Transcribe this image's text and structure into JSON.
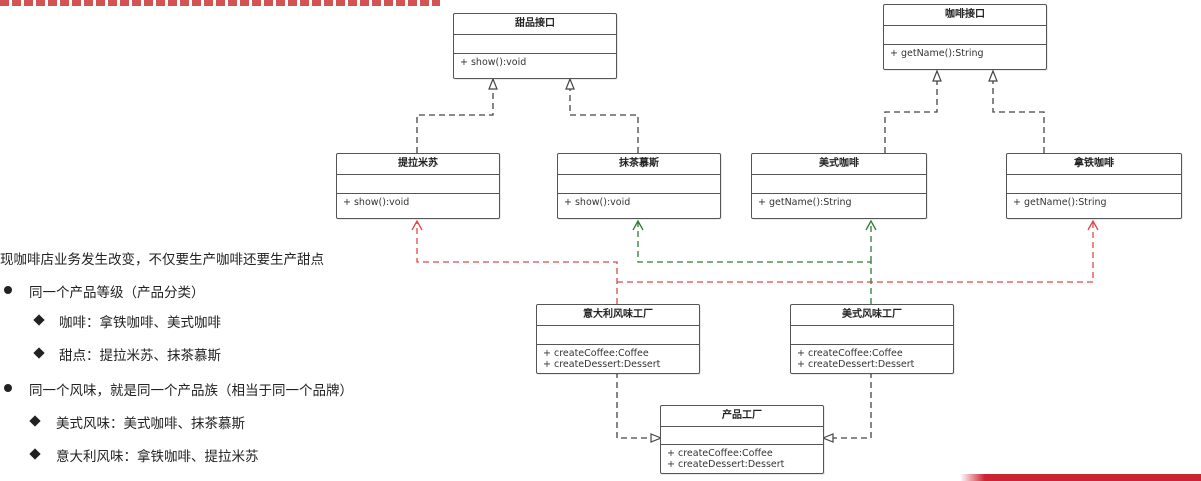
{
  "boxes": {
    "dessert_interface": {
      "title": "甜品接口",
      "methods": [
        "+ show():void"
      ]
    },
    "coffee_interface": {
      "title": "咖啡接口",
      "methods": [
        "+ getName():String"
      ]
    },
    "tiramisu": {
      "title": "提拉米苏",
      "methods": [
        "+ show():void"
      ]
    },
    "matcha_mousse": {
      "title": "抹茶慕斯",
      "methods": [
        "+ show():void"
      ]
    },
    "american_coffee": {
      "title": "美式咖啡",
      "methods": [
        "+ getName():String"
      ]
    },
    "latte": {
      "title": "拿铁咖啡",
      "methods": [
        "+ getName():String"
      ]
    },
    "italian_factory": {
      "title": "意大利风味工厂",
      "methods": [
        "+ createCoffee:Coffee",
        "+ createDessert:Dessert"
      ]
    },
    "american_factory": {
      "title": "美式风味工厂",
      "methods": [
        "+ createCoffee:Coffee",
        "+ createDessert:Dessert"
      ]
    },
    "product_factory": {
      "title": "产品工厂",
      "methods": [
        "+ createCoffee:Coffee",
        "+ createDessert:Dessert"
      ]
    }
  },
  "explanation": {
    "intro": "现咖啡店业务发生改变，不仅要生产咖啡还要生产甜点",
    "level_heading": "同一个产品等级（产品分类）",
    "level_coffee": "咖啡：拿铁咖啡、美式咖啡",
    "level_dessert": "甜点：提拉米苏、抹茶慕斯",
    "family_heading": "同一个风味，就是同一个产品族（相当于同一个品牌）",
    "family_american": "美式风味：美式咖啡、抹茶慕斯",
    "family_italian": "意大利风味：拿铁咖啡、提拉米苏"
  },
  "colors": {
    "outline": "#555555",
    "dependency_red": "#e04848",
    "dependency_green": "#2e7d32",
    "inherit": "#444444"
  }
}
